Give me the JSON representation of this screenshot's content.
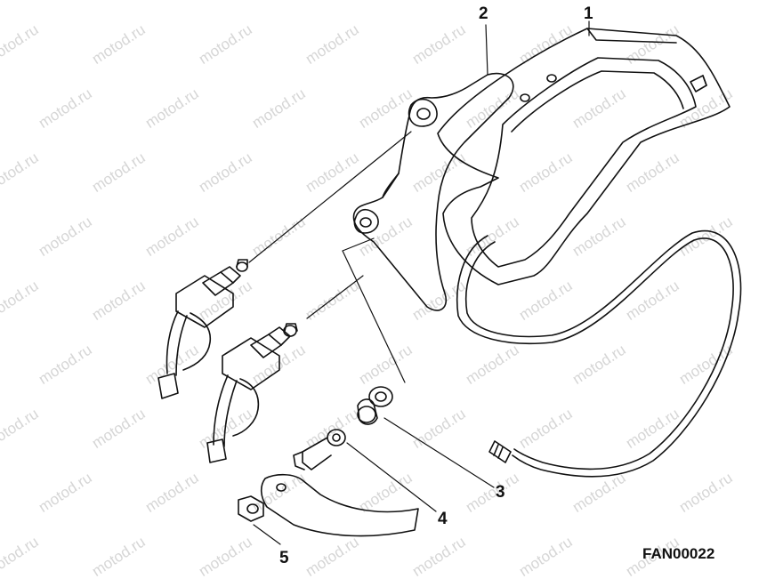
{
  "diagram": {
    "callouts": [
      "1",
      "2",
      "3",
      "4",
      "5"
    ],
    "figure_code": "FAN00022",
    "watermark": "motod.ru"
  }
}
